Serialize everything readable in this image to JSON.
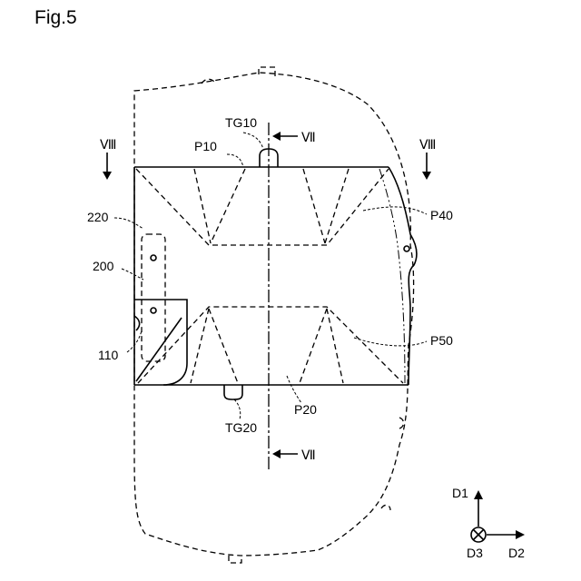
{
  "figure": {
    "title": "Fig.5"
  },
  "labels": {
    "tg10": "TG10",
    "tg20": "TG20",
    "p10": "P10",
    "p20": "P20",
    "p40": "P40",
    "p50": "P50",
    "l220": "220",
    "l200": "200",
    "l110": "110",
    "vii": "Ⅶ",
    "viii": "Ⅷ"
  },
  "axes": {
    "d1": "D1",
    "d2": "D2",
    "d3": "D3"
  }
}
